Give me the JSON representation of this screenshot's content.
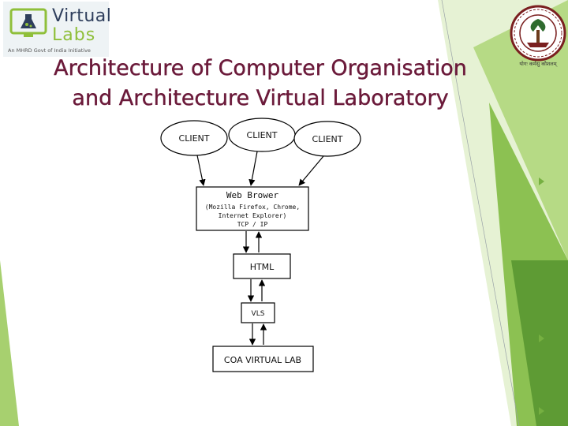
{
  "logo": {
    "word_top": "Virtual",
    "word_bottom": "Labs",
    "tagline": "An MHRD Govt of India Initiative",
    "institute_emblem": "iit-kharagpur-emblem",
    "institute_text": "योगः कर्मसु कौशलम्"
  },
  "slide": {
    "title_line1": "Architecture of Computer Organisation",
    "title_line2": "and Architecture Virtual Laboratory"
  },
  "diagram": {
    "client_left": "CLIENT",
    "client_center": "CLIENT",
    "client_right": "CLIENT",
    "browser_title": "Web Brower",
    "browser_line2": "(Mozilla Firefox, Chrome,",
    "browser_line3": "Internet Explorer)",
    "browser_line4": "TCP / IP",
    "html_box": "HTML",
    "vls_box": "VLS",
    "lab_box": "COA VIRTUAL LAB"
  },
  "colors": {
    "title": "#6b1a3a",
    "green_light": "#c9e4a0",
    "green_mid": "#8cc152",
    "green_dark": "#5e9b34",
    "bullet": "#76b041"
  }
}
